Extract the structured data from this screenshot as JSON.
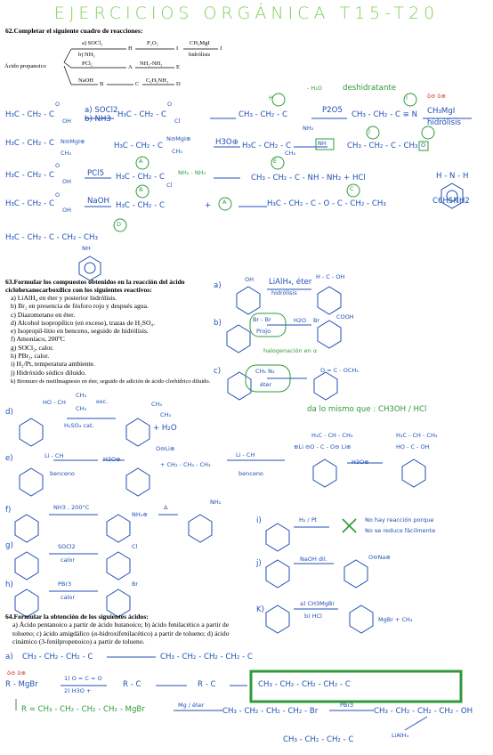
{
  "title": "EJERCICIOS ORGÁNICA T15-T20",
  "ex62": {
    "heading": "62.Completar el siguiente cuadro de reacciones:",
    "start": "Ácido propanoico",
    "r_socl2": "a) SOCl₂",
    "r_nh3": "b) NH₃",
    "r_pcl5": "PCl₅",
    "r_naoh": "NaOH",
    "r_p2o5": "P₂O₅",
    "r_ch3mgi": "CH₃MgI",
    "r_hidrolisis": "hidrólisis",
    "r_nh2nh2": "NH₂-NH₂",
    "r_c6h5nh2": "C₆H₅NH₂",
    "lbl_H": "H",
    "lbl_I": "I",
    "lbl_J": "J",
    "lbl_A": "A",
    "lbl_E": "E",
    "lbl_B": "B",
    "lbl_C": "C",
    "lbl_D": "D",
    "hw": {
      "acid": "H₃C - CH₂ - C",
      "o": "O",
      "oh": "OH",
      "cl": "Cl",
      "reag_a": "a) SOCl2",
      "reag_b": "b) NH3",
      "acyl": "H₃C - CH₂ - C",
      "amide": "CH₃ - CH₂ - C",
      "nh2": "NH₂",
      "h2o_loss": "- H₂O",
      "deshidratante": "deshidratante",
      "p2o5": "P2O5",
      "nitrile": "CH₃ - CH₂ - C ≡ N",
      "ch3mgi": "CH₃MgI",
      "hidrolisis": "hidrólisis",
      "delta": "δ⊖  δ⊕",
      "imine": "H₃C - CH₂ - C",
      "nmgi": "N⊖MgI⊕",
      "ch3": "CH₃",
      "h3o": "H3O⊕",
      "nh_box": "NH",
      "ketone": "CH₃ - CH₂ - C - CH₃",
      "o_box": "O",
      "pcl5": "PCl5",
      "acylcl2": "H₃C - CH₂ - C",
      "hydrazine": "NH₂ - NH₂",
      "hydrazide": "CH₃ - CH₂ - C - NH - NH₂  +  HCl",
      "naoh": "NaOH",
      "carboxylate": "H₃C - CH₂ - C",
      "anhydride": "H₃C - CH₂ - C - O - C - CH₂ - CH₃",
      "plus": "+",
      "amideD": "H₃C - CH₂ - C - CH₂ - CH₃",
      "nh": "NH",
      "c6h5nh2": "C6H5NH2",
      "hnh": "H - N - H"
    }
  },
  "ex63": {
    "heading": "63.Formular los compuestos obtenidos en la reacción del ácido ciclohexanocarboxílico con los siguientes reactivos:",
    "items": [
      "a) LiAlH₄ en éter y posterior hidrólisis.",
      "b) Br₂ en presencia de fósforo rojo y después agua.",
      "c) Diazometano en éter.",
      "d) Alcohol isopropílico (en exceso), trazas de H₂SO₄.",
      "e) Isopropil-litio en benceno, seguido de hidrólisis.",
      "f) Amoníaco, 200ºC",
      "g) SOCl₂, calor.",
      "h) PBr₃, calor.",
      "i) H₂/Pt, temperatura ambiente.",
      "j) Hidróxido sódico diluido.",
      "k) Bromuro de metilmagnesio en éter, seguido de adición de ácido clorhídrico diluido."
    ],
    "hw": {
      "a": "a)",
      "lialh4": "LiAlH₄, éter",
      "hidrolisis": "hidrólisis",
      "hcoh": "H - C - OH",
      "b": "b)",
      "brbr": "Br - Br",
      "projo": "Projo",
      "h2o": "H2O",
      "cooh": "COOH",
      "br": "Br",
      "halog": "halogenación en α",
      "c": "c)",
      "ch2n2": "CH₂ N₂",
      "eter": "éter",
      "ester": "O = C - OCH₃",
      "da_lo": "da lo mismo que : CH3OH / HCl",
      "d": "d)",
      "ipa": "HO - CH",
      "ch3": "CH₃",
      "exc": "exc.",
      "h2so4": "H₂SO₄ cat.",
      "h2o_p": "+  H₂O",
      "e": "e)",
      "lich": "Li - CH",
      "benceno": "benceno",
      "h3o": "H3O⊕",
      "isoprop": "+  CH₃ - CH₂ - CH₃",
      "oli": "O⊖Li⊕",
      "alk": "H₃C - CH - CH₃",
      "alkoxide": "⊕Li ⊖O - C - O⊖ Li⊕",
      "hoc": "HO - C - OH",
      "f": "f)",
      "nh3": "NH3 , 200°C",
      "nh4": "NH₄⊕",
      "delta": "Δ",
      "nh2": "NH₂",
      "g": "g)",
      "socl2": "SOCl2",
      "calor": "calor",
      "cl": "Cl",
      "h": "h)",
      "pbr3": "PBr3",
      "i": "i)",
      "h2pt": "H₂ / Pt",
      "nohay": "No hay reacción porque",
      "noreduce": "No se reduce fácilmente",
      "j": "j)",
      "naoh": "NaOH dil.",
      "ona": "O⊖Na⊕",
      "k": "K)",
      "ch3mgbr": "a) CH3MgBr",
      "hcl": "b) HCl",
      "mgbr": "MgBr  +  CH₄",
      "o": "O",
      "oh": "OH"
    }
  },
  "ex64": {
    "heading": "64.Formular la obtención de los siguientes ácidos:",
    "text": "a) Ácido pentanoico a partir de ácido butanoico; b) ácido fenilacético a partir de tolueno; c) ácido amigdálico (α-hidroxifenilacético) a partir de tolueno; d) ácido cinámico (3-fenilpropenoico) a partir de tolueno.",
    "hw": {
      "a": "a)",
      "target": "CH₃ - CH₂ - CH₂ - C",
      "product": "CH₃ - CH₂ - CH₂ - CH₂ - C",
      "delta": "δ⊖ δ⊕",
      "rmgbr": "R - MgBr",
      "co2": "1) O = C = O",
      "h3o": "2) H3O +",
      "rco": "R - C",
      "rcoo": "R - C",
      "final": "CH₃ - CH₂ - CH₂ - CH₂ - C",
      "agrig": "R = CH₃ - CH₂ - CH₂ - CH₂ - MgBr",
      "mgeter": "Mg / éter",
      "bromide": "CH₃ - CH₂ - CH₂ - CH₂ - Br",
      "pbr3": "PBr3",
      "alcohol": "CH₃ - CH₂ - CH₂ - CH₂ - OH",
      "lialh4": "LiAlH₄",
      "acid": "CH₃ - CH₂ - CH₂ - C",
      "o": "O",
      "oh": "OH"
    }
  }
}
